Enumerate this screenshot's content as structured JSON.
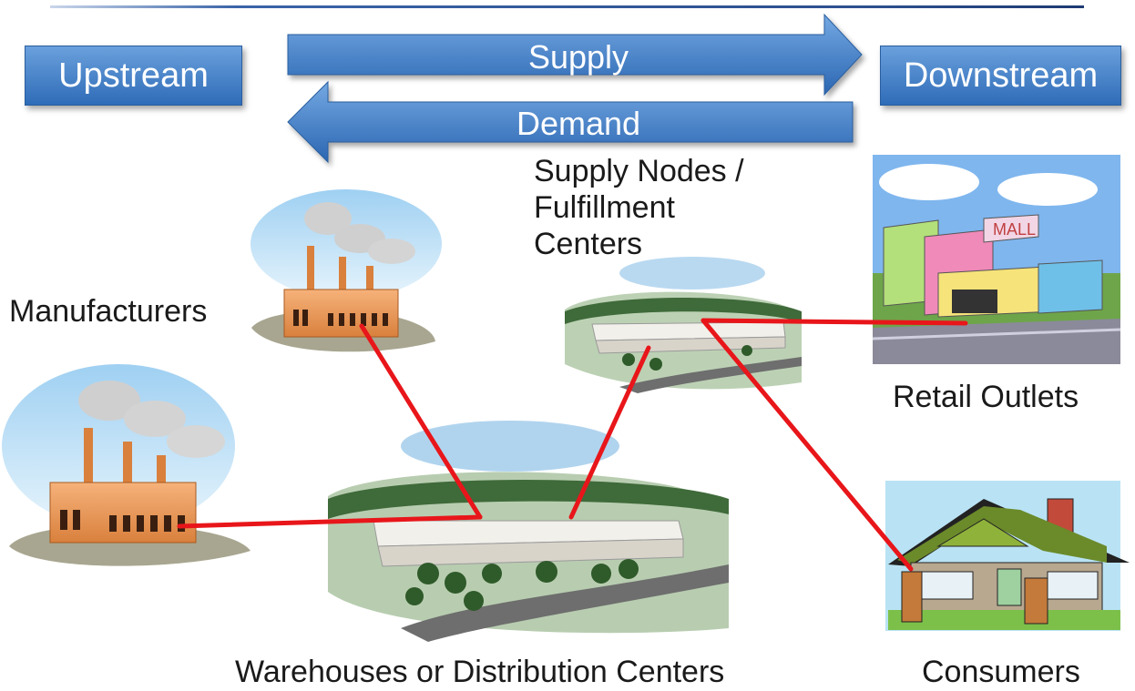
{
  "header": {
    "upstream": "Upstream",
    "downstream": "Downstream",
    "supply": "Supply",
    "demand": "Demand"
  },
  "labels": {
    "manufacturers": "Manufacturers",
    "supply_nodes": [
      "Supply Nodes /",
      "Fulfillment",
      "Centers"
    ],
    "retail_outlets": "Retail Outlets",
    "warehouses": "Warehouses or Distribution Centers",
    "consumers": "Consumers"
  },
  "colors": {
    "box_blue": "#3f7dc8",
    "link_red": "#e8161a",
    "text": "#1a1a1a"
  },
  "icons": [
    "factory-icon",
    "warehouse-icon",
    "mall-icon",
    "house-icon"
  ]
}
